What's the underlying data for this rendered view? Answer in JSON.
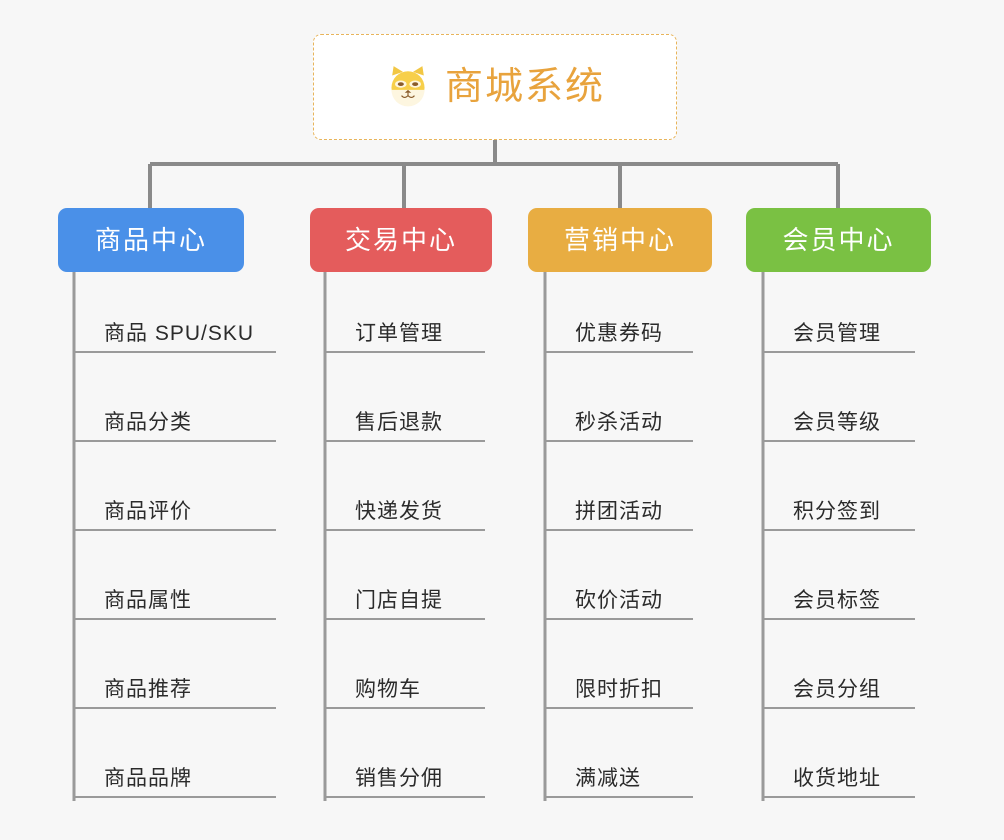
{
  "diagram": {
    "title": "商城系统",
    "root": {
      "label": "商城系统",
      "icon": "shiba-dog-icon",
      "text_color": "#e8a33d",
      "border_color": "#e8b45a",
      "background": "#ffffff"
    },
    "connector_color": "#8a8a8a",
    "background": "#f7f7f7",
    "branches": [
      {
        "label": "商品中心",
        "color": "#4a90e8",
        "items": [
          "商品 SPU/SKU",
          "商品分类",
          "商品评价",
          "商品属性",
          "商品推荐",
          "商品品牌"
        ]
      },
      {
        "label": "交易中心",
        "color": "#e45c5c",
        "items": [
          "订单管理",
          "售后退款",
          "快递发货",
          "门店自提",
          "购物车",
          "销售分佣"
        ]
      },
      {
        "label": "营销中心",
        "color": "#e8ad42",
        "items": [
          "优惠券码",
          "秒杀活动",
          "拼团活动",
          "砍价活动",
          "限时折扣",
          "满减送"
        ]
      },
      {
        "label": "会员中心",
        "color": "#7ac143",
        "items": [
          "会员管理",
          "会员等级",
          "积分签到",
          "会员标签",
          "会员分组",
          "收货地址"
        ]
      }
    ]
  }
}
